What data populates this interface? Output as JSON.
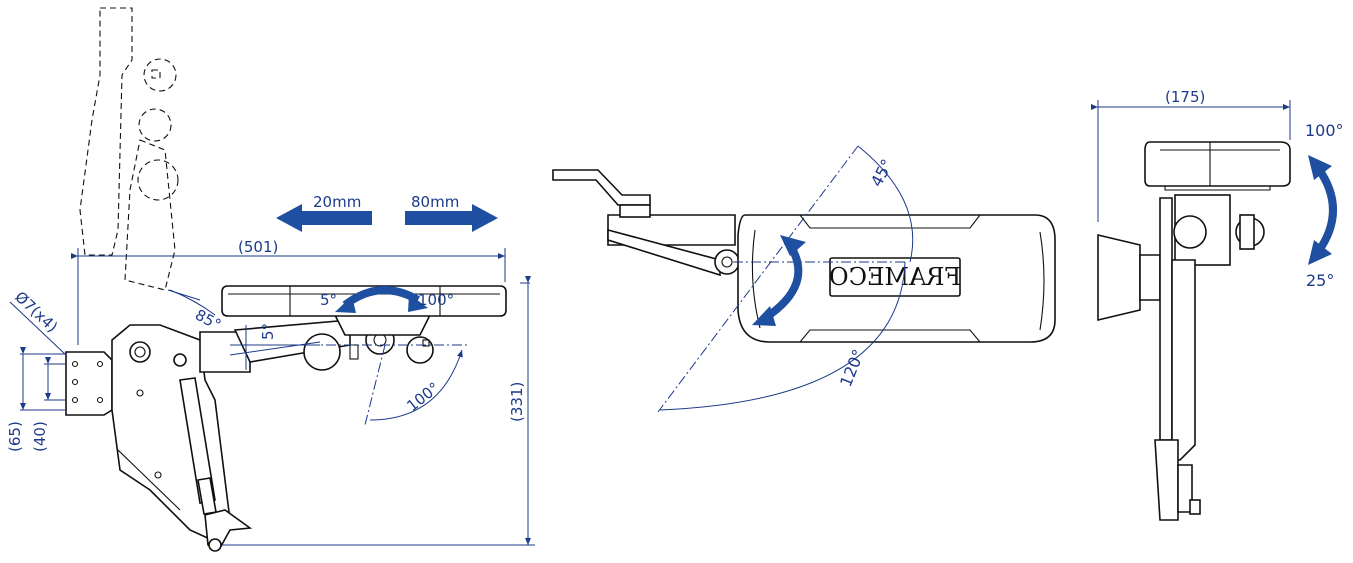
{
  "side_view": {
    "diameter_label": "Ø7(x4)",
    "dim_65": "(65)",
    "dim_40": "(40)",
    "dim_501": "(501)",
    "dim_331": "(331)",
    "angle_85": "85°",
    "angle_5_vertical": "5°",
    "angle_5": "5°",
    "angle_100_top": "100°",
    "angle_100_bottom": "100°",
    "slide_left": "20mm",
    "slide_right": "80mm"
  },
  "top_view": {
    "brand": "FRAMECO",
    "angle_45": "45°",
    "angle_120": "120°"
  },
  "front_view": {
    "dim_175": "(175)",
    "angle_100": "100°",
    "angle_25": "25°"
  },
  "colors": {
    "dimension": "#1c3a8a",
    "arrow": "#1f4fa0",
    "outline": "#111111"
  }
}
